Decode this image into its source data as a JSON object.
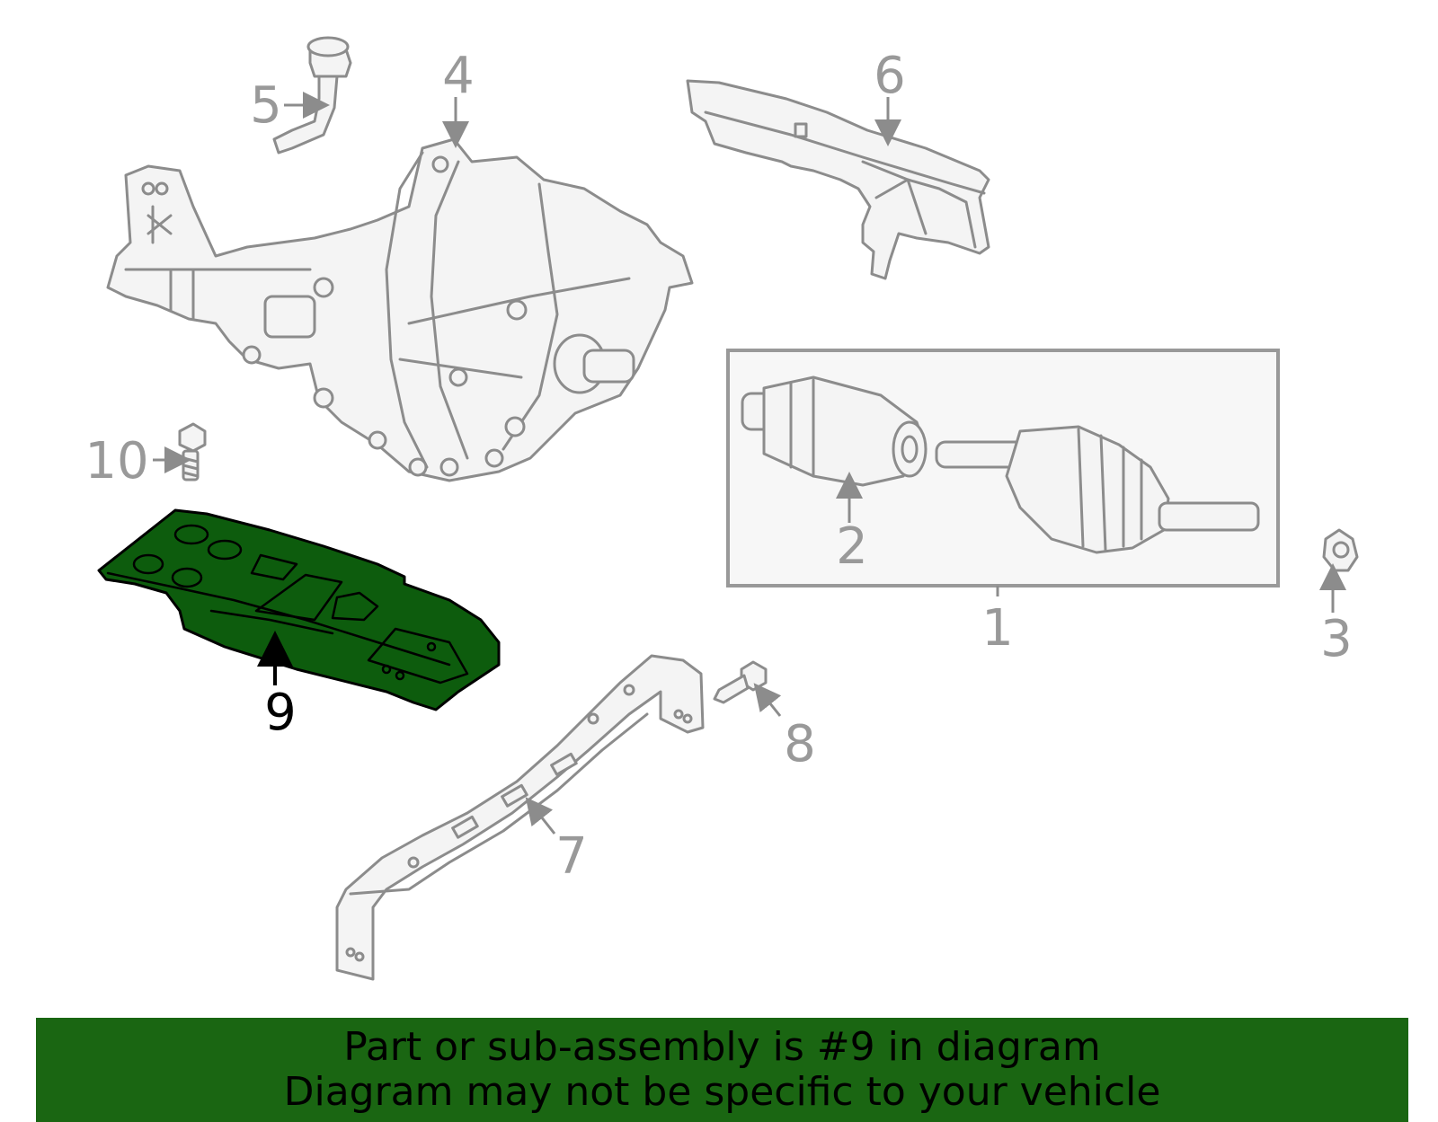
{
  "diagram": {
    "callouts": [
      {
        "id": "1",
        "text": "1"
      },
      {
        "id": "2",
        "text": "2"
      },
      {
        "id": "3",
        "text": "3"
      },
      {
        "id": "4",
        "text": "4"
      },
      {
        "id": "5",
        "text": "5"
      },
      {
        "id": "6",
        "text": "6"
      },
      {
        "id": "7",
        "text": "7"
      },
      {
        "id": "8",
        "text": "8"
      },
      {
        "id": "9",
        "text": "9"
      },
      {
        "id": "10",
        "text": "10"
      }
    ],
    "highlighted_part": "9",
    "colors": {
      "highlight_fill": "#0d5c0d",
      "banner_bg": "#1a6612",
      "part_stroke": "#8c8c8c",
      "callout_gray": "#999999"
    }
  },
  "footer": {
    "line1": "Part or sub-assembly is #9 in diagram",
    "line2": "Diagram may not be specific to your vehicle"
  }
}
